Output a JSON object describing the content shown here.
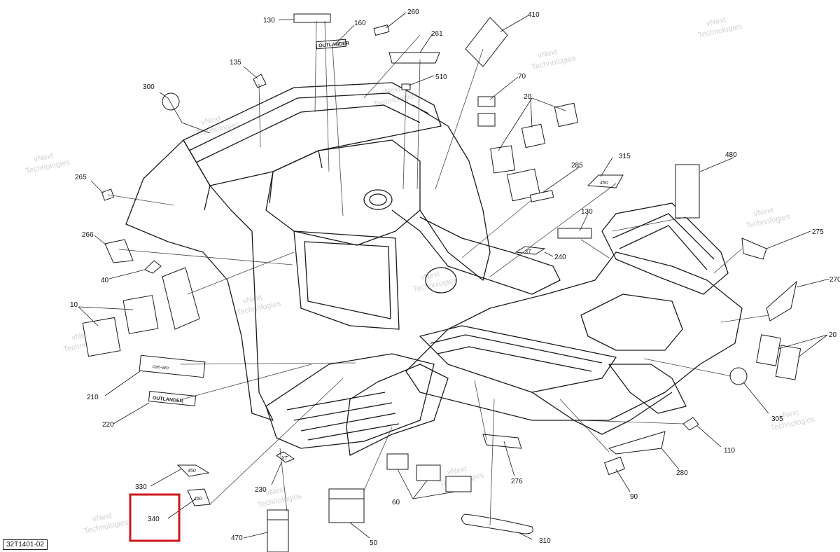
{
  "drawing": {
    "code": "32T1401-02",
    "highlight_color": "#d0161b",
    "line_color": "#1a1a1a"
  },
  "watermark": {
    "line1": "vNext",
    "line2": "Technologies",
    "line3": "vNext Technologies"
  },
  "callouts": {
    "c10": "10",
    "c20": "20",
    "c40": "40",
    "c50": "50",
    "c60": "60",
    "c70": "70",
    "c90": "90",
    "c110": "110",
    "c130a": "130",
    "c130b": "130",
    "c135": "135",
    "c160": "160",
    "c210": "210",
    "c220": "220",
    "c230": "230",
    "c240": "240",
    "c260": "260",
    "c261": "261",
    "c265": "265",
    "c266": "266",
    "c270": "270",
    "c275": "275",
    "c276": "276",
    "c280": "280",
    "c285": "285",
    "c300": "300",
    "c305": "305",
    "c310": "310",
    "c315": "315",
    "c330": "330",
    "c340": "340",
    "c410": "410",
    "c470": "470",
    "c480": "480",
    "c510": "510"
  },
  "decal_text": {
    "brand": "can-am",
    "model": "OUTLANDER",
    "xt": "XT",
    "model_450": "450"
  }
}
